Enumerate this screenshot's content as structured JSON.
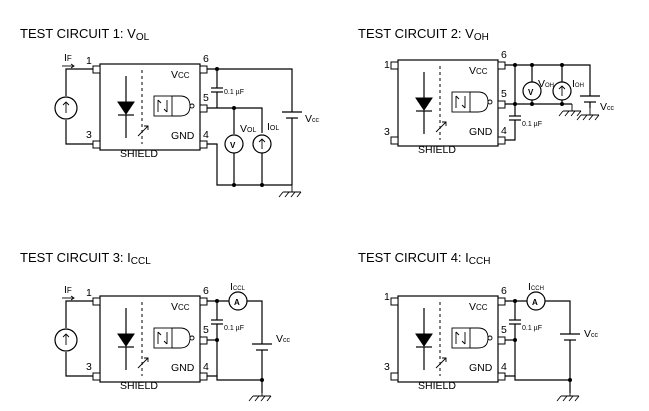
{
  "circuits": [
    {
      "title": "TEST CIRCUIT 1: V",
      "title_sub": "OL",
      "if_label": "I",
      "if_sub": "F",
      "pins": [
        "1",
        "3",
        "6",
        "5",
        "4"
      ],
      "vcc_label": "V",
      "vcc_sub": "CC",
      "gnd_label": "GND",
      "shield_label": "SHIELD",
      "cap_label": "0.1 µF",
      "meter_v": "V",
      "meter_v_label": "V",
      "meter_v_sub": "OL",
      "meter_i_label": "I",
      "meter_i_sub": "OL",
      "supply_label": "V",
      "supply_sub": "cc"
    },
    {
      "title": "TEST CIRCUIT 2: V",
      "title_sub": "OH",
      "pins": [
        "1",
        "3",
        "6",
        "5",
        "4"
      ],
      "vcc_label": "V",
      "vcc_sub": "CC",
      "gnd_label": "GND",
      "shield_label": "SHIELD",
      "cap_label": "0.1 µF",
      "meter_v": "V",
      "meter_v_label": "V",
      "meter_v_sub": "OH",
      "meter_i_label": "I",
      "meter_i_sub": "OH",
      "supply_label": "V",
      "supply_sub": "cc"
    },
    {
      "title": "TEST CIRCUIT 3: I",
      "title_sub": "CCL",
      "if_label": "I",
      "if_sub": "F",
      "pins": [
        "1",
        "3",
        "6",
        "5",
        "4"
      ],
      "vcc_label": "V",
      "vcc_sub": "CC",
      "gnd_label": "GND",
      "shield_label": "SHIELD",
      "cap_label": "0.1 µF",
      "meter_a": "A",
      "meter_a_label": "I",
      "meter_a_sub": "CCL",
      "supply_label": "V",
      "supply_sub": "cc"
    },
    {
      "title": "TEST CIRCUIT 4: I",
      "title_sub": "CCH",
      "pins": [
        "1",
        "3",
        "6",
        "5",
        "4"
      ],
      "vcc_label": "V",
      "vcc_sub": "CC",
      "gnd_label": "GND",
      "shield_label": "SHIELD",
      "cap_label": "0.1 µF",
      "meter_a": "A",
      "meter_a_label": "I",
      "meter_a_sub": "CCH",
      "supply_label": "V",
      "supply_sub": "cc"
    }
  ]
}
